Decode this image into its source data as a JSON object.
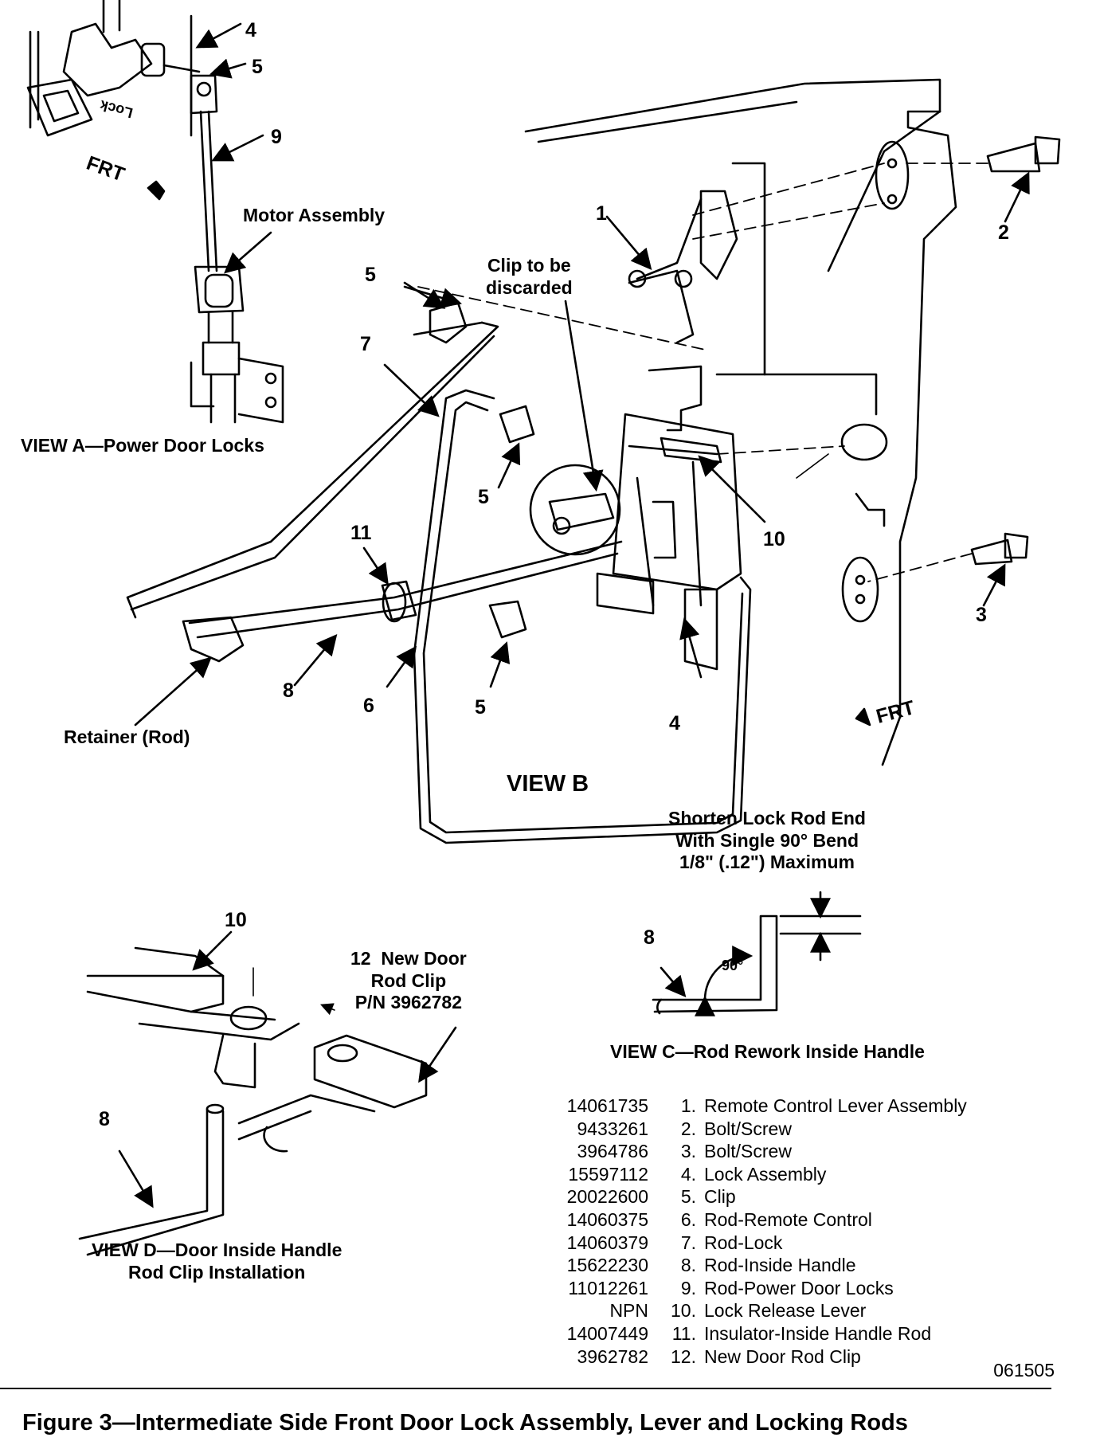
{
  "callouts": {
    "a_4": "4",
    "a_5": "5",
    "a_9": "9",
    "motor": "Motor Assembly",
    "b_1": "1",
    "b_2": "2",
    "b_3": "3",
    "b_5_top": "5",
    "b_7": "7",
    "clip_discard": "Clip to be\ndiscarded",
    "b_5_mid": "5",
    "b_10": "10",
    "b_11": "11",
    "retainer": "Retainer (Rod)",
    "b_8": "8",
    "b_6": "6",
    "b_5_low": "5",
    "b_4": "4",
    "c_8": "8",
    "c_90": "90°",
    "d_10": "10",
    "d_8": "8",
    "new_clip": "12  New Door\nRod Clip\nP/N 3962782",
    "frt_a": "FRT",
    "lock": "Lock",
    "frt_b": "FRT"
  },
  "views": {
    "a": "VIEW A—Power Door Locks",
    "b": "VIEW B",
    "c_note": "Shorten Lock Rod End\nWith Single 90° Bend\n1/8\" (.12\") Maximum",
    "c": "VIEW C—Rod Rework Inside Handle",
    "d": "VIEW D—Door Inside Handle\nRod Clip Installation"
  },
  "parts": [
    {
      "pn": "14061735",
      "no": "1.",
      "name": "Remote Control Lever Assembly"
    },
    {
      "pn": "9433261",
      "no": "2.",
      "name": "Bolt/Screw"
    },
    {
      "pn": "3964786",
      "no": "3.",
      "name": "Bolt/Screw"
    },
    {
      "pn": "15597112",
      "no": "4.",
      "name": "Lock Assembly"
    },
    {
      "pn": "20022600",
      "no": "5.",
      "name": "Clip"
    },
    {
      "pn": "14060375",
      "no": "6.",
      "name": "Rod-Remote Control"
    },
    {
      "pn": "14060379",
      "no": "7.",
      "name": "Rod-Lock"
    },
    {
      "pn": "15622230",
      "no": "8.",
      "name": "Rod-Inside Handle"
    },
    {
      "pn": "11012261",
      "no": "9.",
      "name": "Rod-Power Door Locks"
    },
    {
      "pn": "NPN",
      "no": "10.",
      "name": "Lock Release Lever"
    },
    {
      "pn": "14007449",
      "no": "11.",
      "name": "Insulator-Inside Handle Rod"
    },
    {
      "pn": "3962782",
      "no": "12.",
      "name": "New Door Rod Clip"
    }
  ],
  "ref_code": "061505",
  "figure_caption": "Figure 3—Intermediate Side Front Door Lock Assembly, Lever and Locking Rods"
}
